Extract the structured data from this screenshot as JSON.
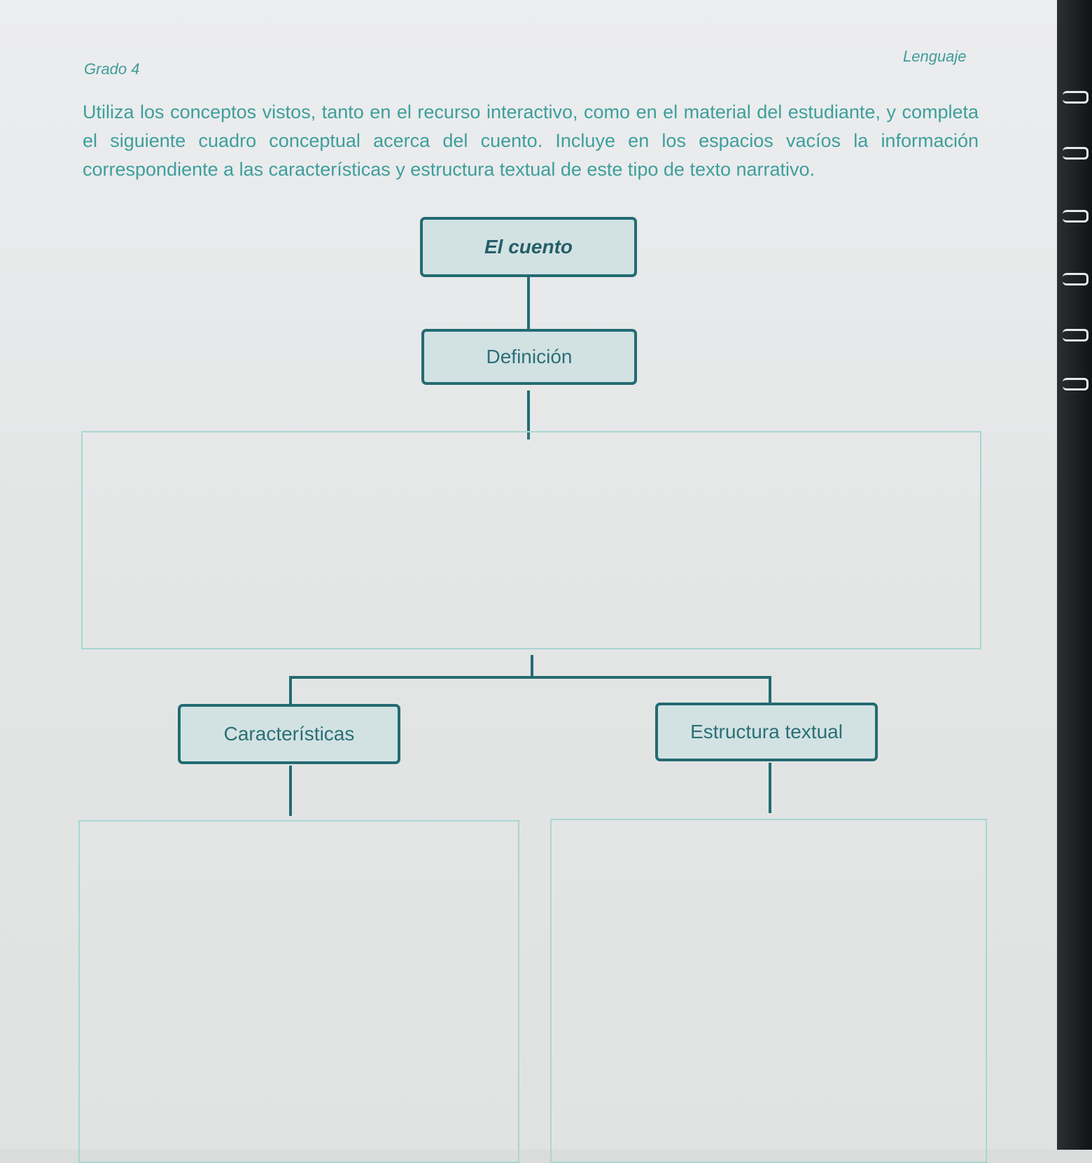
{
  "header": {
    "grade": "Grado 4",
    "subject": "Lenguaje"
  },
  "instructions": "Utiliza los conceptos vistos, tanto en el recurso interactivo, como en el material del estudiante, y completa el siguiente cuadro conceptual acerca del cuento. Incluye en los espacios vacíos la información correspondiente a las características y estructura textual de este tipo de texto narrativo.",
  "diagram": {
    "root": "El cuento",
    "definition": "Definición",
    "characteristics": "Características",
    "structure": "Estructura textual",
    "definition_answer": "",
    "characteristics_answer": "",
    "structure_answer": ""
  },
  "colors": {
    "box_border": "#236b72",
    "box_fill": "#d2e2e3",
    "text_teal": "#3d9f9c",
    "answer_border": "#a9d6d2"
  }
}
